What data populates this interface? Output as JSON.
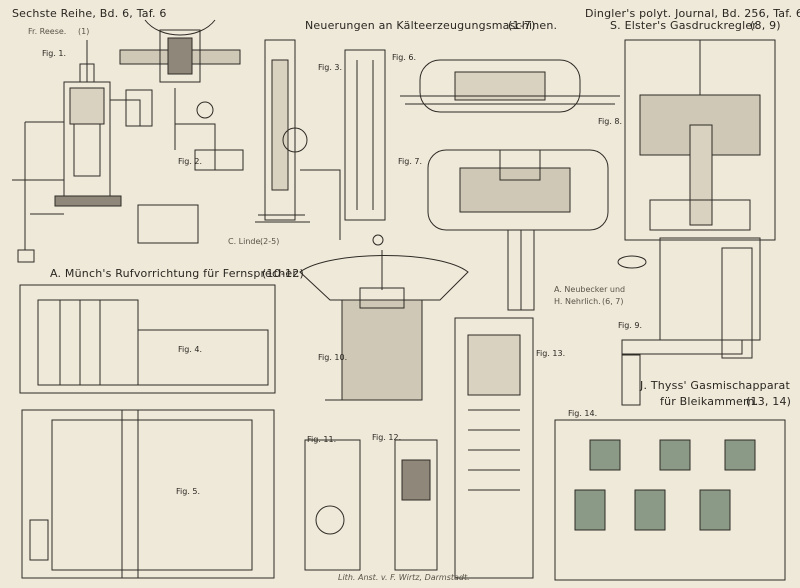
{
  "header": {
    "series": "Sechste Reihe, Bd. 6, Taf. 6",
    "title": "Neuerungen an Kälteerzeugungsmaschinen.",
    "title_ref": "(1-7)",
    "journal": "Dingler's polyt. Journal, Bd. 256, Taf. 6."
  },
  "sections": {
    "reese": {
      "name": "Fr. Reese.",
      "ref": "(1)"
    },
    "elster": {
      "name": "S. Elster's Gasdruckregler.",
      "ref": "(8, 9)"
    },
    "linde": {
      "name": "C. Linde.",
      "ref": "(2-5)"
    },
    "muench": {
      "name": "A. Münch's Rufvorrichtung für Fernsprecher.",
      "ref": "(10-12)"
    },
    "neubecker": {
      "line1": "A. Neubecker und",
      "line2": "H. Nehrlich.",
      "ref": "(6, 7)"
    },
    "thyss": {
      "line1": "J. Thyss' Gasmischapparat",
      "line2": "für Bleikammern.",
      "ref": "(13, 14)"
    }
  },
  "figures": {
    "fig1": "Fig. 1.",
    "fig2": "Fig. 2.",
    "fig3": "Fig. 3.",
    "fig4": "Fig. 4.",
    "fig5": "Fig. 5.",
    "fig6": "Fig. 6.",
    "fig7": "Fig. 7.",
    "fig8": "Fig. 8.",
    "fig9": "Fig. 9.",
    "fig10": "Fig. 10.",
    "fig11": "Fig. 11.",
    "fig12": "Fig. 12.",
    "fig13": "Fig. 13.",
    "fig14": "Fig. 14."
  },
  "footer": {
    "imprint": "Lith. Anst. v. F. Wirtz, Darmstadt."
  }
}
